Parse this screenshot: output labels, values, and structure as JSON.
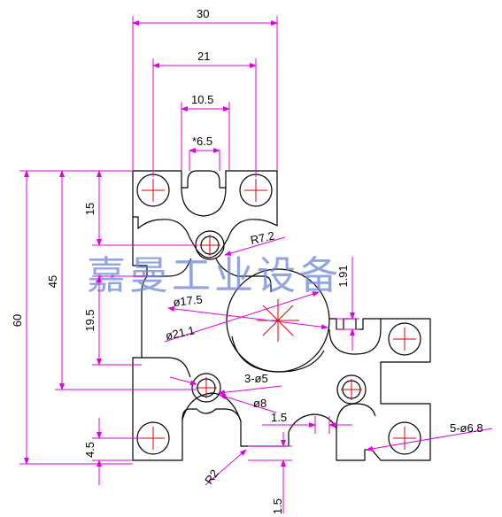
{
  "watermark": "嘉曼工业设备",
  "dimensions": {
    "width_30": "30",
    "width_21": "21",
    "width_10_5": "10.5",
    "slot_6_5": "*6.5",
    "height_15": "15",
    "height_45": "45",
    "height_60": "60",
    "height_19_5": "19.5",
    "height_4_5": "4.5",
    "radius_7_2": "R7.2",
    "dim_1_91": "1.91",
    "dia_17_5": "ø17.5",
    "dia_21_1": "ø21.1",
    "holes_3x5": "3-ø5",
    "dia_8": "ø8",
    "wall_1_5": "1.5",
    "holes_5x6_8": "5-ø6.8",
    "radius_2": "R2",
    "base_1_5": "1.5"
  },
  "colors": {
    "dimension": "#e000e0",
    "centerline": "#e00000",
    "profile": "#000000",
    "watermark": "#6f88d8"
  }
}
